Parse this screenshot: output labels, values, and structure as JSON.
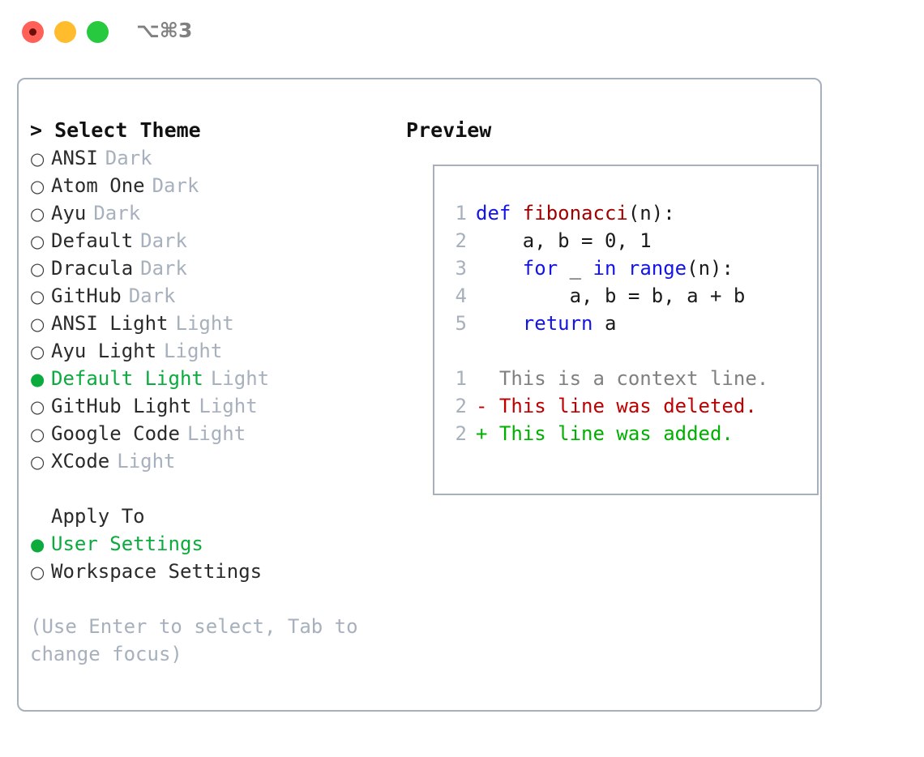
{
  "titlebar": {
    "shortcut": "⌥⌘3",
    "lights": [
      {
        "name": "close",
        "color": "#ff6058"
      },
      {
        "name": "minimize",
        "color": "#ffbd2e"
      },
      {
        "name": "maximize",
        "color": "#27c93f"
      }
    ]
  },
  "theme_picker": {
    "header": "> Select Theme",
    "selected_bullet": "●",
    "unselected_bullet": "○",
    "selected_color": "#0bab3d",
    "muted_color": "#a7b0bd",
    "items": [
      {
        "label": "ANSI",
        "suffix": "Dark",
        "selected": false
      },
      {
        "label": "Atom One",
        "suffix": "Dark",
        "selected": false
      },
      {
        "label": "Ayu",
        "suffix": "Dark",
        "selected": false
      },
      {
        "label": "Default",
        "suffix": "Dark",
        "selected": false
      },
      {
        "label": "Dracula",
        "suffix": "Dark",
        "selected": false
      },
      {
        "label": "GitHub",
        "suffix": "Dark",
        "selected": false
      },
      {
        "label": "ANSI Light",
        "suffix": "Light",
        "selected": false
      },
      {
        "label": "Ayu Light",
        "suffix": "Light",
        "selected": false
      },
      {
        "label": "Default Light",
        "suffix": "Light",
        "selected": true
      },
      {
        "label": "GitHub Light",
        "suffix": "Light",
        "selected": false
      },
      {
        "label": "Google Code",
        "suffix": "Light",
        "selected": false
      },
      {
        "label": "XCode",
        "suffix": "Light",
        "selected": false
      }
    ]
  },
  "apply_to": {
    "header": "Apply To",
    "items": [
      {
        "label": "User Settings",
        "selected": true
      },
      {
        "label": "Workspace Settings",
        "selected": false
      }
    ]
  },
  "hint": "(Use Enter to select, Tab to change focus)",
  "preview": {
    "header": "Preview",
    "code_lines": [
      {
        "no": "1",
        "tokens": [
          {
            "t": "def ",
            "c": "kw"
          },
          {
            "t": "fibonacci",
            "c": "fn"
          },
          {
            "t": "(n):",
            "c": "plain"
          }
        ]
      },
      {
        "no": "2",
        "tokens": [
          {
            "t": "    a, b = 0, 1",
            "c": "plain"
          }
        ]
      },
      {
        "no": "3",
        "tokens": [
          {
            "t": "    ",
            "c": "plain"
          },
          {
            "t": "for",
            "c": "kw"
          },
          {
            "t": " _ ",
            "c": "plain"
          },
          {
            "t": "in",
            "c": "kw"
          },
          {
            "t": " ",
            "c": "plain"
          },
          {
            "t": "range",
            "c": "kw"
          },
          {
            "t": "(n):",
            "c": "plain"
          }
        ]
      },
      {
        "no": "4",
        "tokens": [
          {
            "t": "        a, b = b, a + b",
            "c": "plain"
          }
        ]
      },
      {
        "no": "5",
        "tokens": [
          {
            "t": "    ",
            "c": "plain"
          },
          {
            "t": "return",
            "c": "kw"
          },
          {
            "t": " a",
            "c": "plain"
          }
        ]
      }
    ],
    "diff_lines": [
      {
        "no": "1",
        "text": "  This is a context line.",
        "cls": "ctx"
      },
      {
        "no": "2",
        "text": "- This line was deleted.",
        "cls": "del"
      },
      {
        "no": "2",
        "text": "+ This line was added.",
        "cls": "add"
      }
    ]
  }
}
